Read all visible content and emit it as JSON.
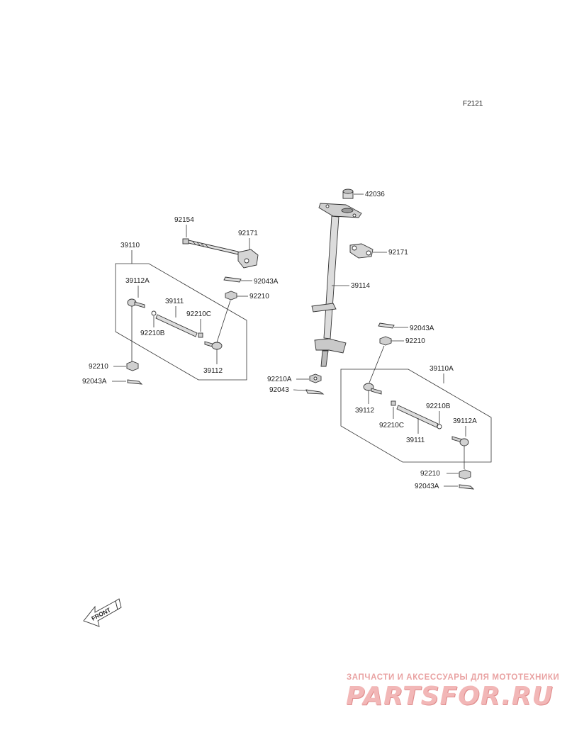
{
  "diagram_code": "F2121",
  "front_label": "FRONT",
  "labels": {
    "p42036": "42036",
    "p92154": "92154",
    "p92171_left": "92171",
    "p92171_right": "92171",
    "p39110": "39110",
    "p39114": "39114",
    "p92043A_l_top": "92043A",
    "p92210_l_top": "92210",
    "p39112A_l": "39112A",
    "p39111_l": "39111",
    "p92210C_l": "92210C",
    "p92210B_l": "92210B",
    "p39112_l": "39112",
    "p92210_l_bot": "92210",
    "p92043A_l_bot": "92043A",
    "p92043A_r_top": "92043A",
    "p92210_r_top": "92210",
    "p92210A": "92210A",
    "p92043": "92043",
    "p39110A": "39110A",
    "p39112_r": "39112",
    "p92210B_r": "92210B",
    "p92210C_r": "92210C",
    "p39112A_r": "39112A",
    "p39111_r": "39111",
    "p92210_r_bot": "92210",
    "p92043A_r_bot": "92043A"
  },
  "watermark": {
    "caption": "ЗАПЧАСТИ И АКСЕССУАРЫ ДЛЯ МОТОТЕХНИКИ",
    "brand": "PARTSFOR.RU"
  },
  "colors": {
    "line": "#333333",
    "watermark": "#f2b7b7"
  }
}
